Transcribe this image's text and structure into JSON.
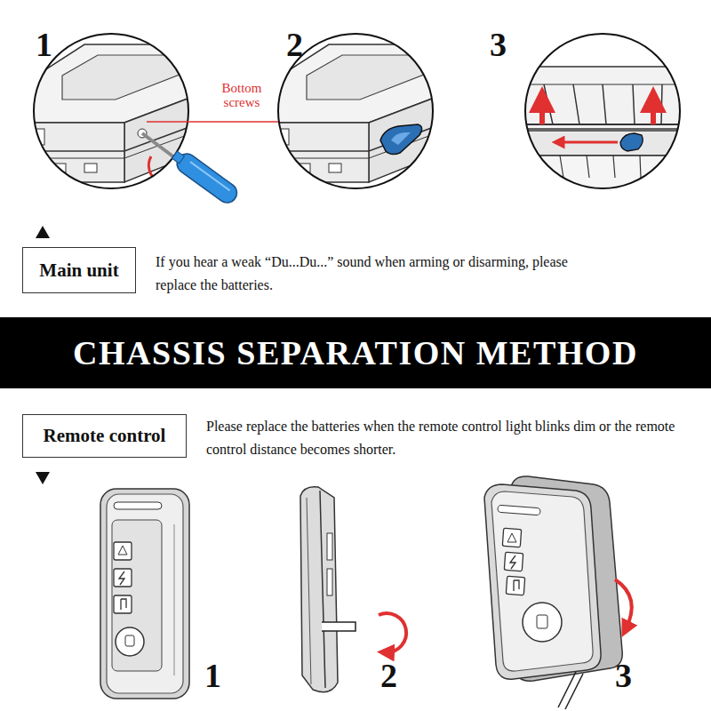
{
  "diagram": {
    "nodes": [
      {
        "text": [
          "Main unit"
        ]
      },
      {
        "text": [
          "CHASSIS SEPARATION METHOD"
        ]
      },
      {
        "text": [
          "Remote control"
        ]
      }
    ],
    "labels": [
      "1",
      "2",
      "3",
      "Bottom screws",
      "If you hear a weak “Du...Du...” sound when arming or disarming, please replace the batteries.",
      "Please replace the batteries when the remote control light blinks dim or the remote control distance becomes shorter.",
      "1",
      "2",
      "3"
    ]
  }
}
